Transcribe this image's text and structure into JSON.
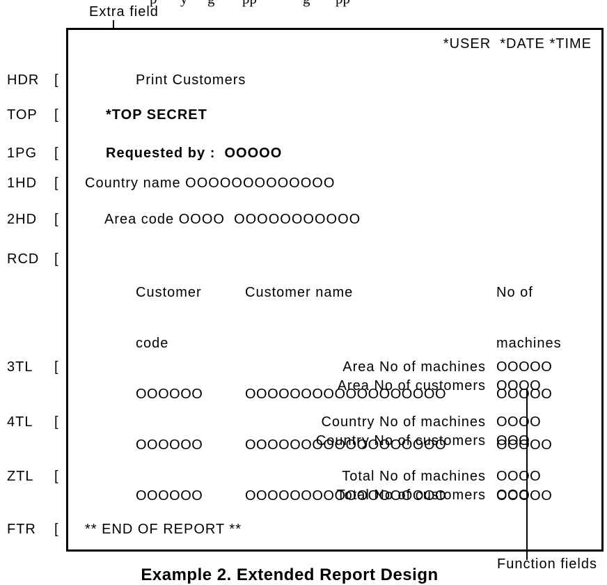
{
  "annotations": {
    "extra_field_label": "Extra field",
    "function_fields_label": "Function fields",
    "caption": "Example 2. Extended Report Design",
    "top_fragments": [
      "p",
      "y",
      "g",
      "pp",
      "g",
      "pp"
    ]
  },
  "report": {
    "system_fields": "*USER  *DATE *TIME",
    "bracket": "[",
    "line_labels": [
      "HDR",
      "TOP",
      "1PG",
      "1HD",
      "2HD",
      "RCD",
      "3TL",
      "4TL",
      "ZTL",
      "FTR"
    ],
    "hdr_text": "Print Customers",
    "top_text": "*TOP SECRET",
    "pg1_text": "Requested by :  OOOOO",
    "hd1_text": "Country name OOOOOOOOOOOOO",
    "hd2_text": "Area code OOOO  OOOOOOOOOOO",
    "rcd": {
      "columns": [
        {
          "header1": "Customer",
          "header2": "code",
          "rows": [
            "OOOOOO",
            "OOOOOO",
            "OOOOOO"
          ]
        },
        {
          "header1": "Customer name",
          "header2": "",
          "rows": [
            "OOOOOOOOOOOOOOOOOO",
            "OOOOOOOOOOOOOOOOOO",
            "OOOOOOOOOOOOOOOOOO"
          ]
        },
        {
          "header1": "No of",
          "header2": "machines",
          "rows": [
            "OOOOO",
            "OOOOO",
            "OOOOO"
          ]
        }
      ]
    },
    "tl3": {
      "lines": [
        {
          "label": "Area No of machines",
          "value": "OOOOO"
        },
        {
          "label": "Area No of customers",
          "value": "OOOO"
        }
      ]
    },
    "tl4": {
      "lines": [
        {
          "label": "Country No of machines",
          "value": "OOOO"
        },
        {
          "label": "Country No of customers",
          "value": "OOO"
        }
      ]
    },
    "ztl": {
      "lines": [
        {
          "label": "Total No of machines",
          "value": "OOOO"
        },
        {
          "label": "Total No of customers",
          "value": "OOO"
        }
      ]
    },
    "ftr_text": "** END OF REPORT **"
  }
}
